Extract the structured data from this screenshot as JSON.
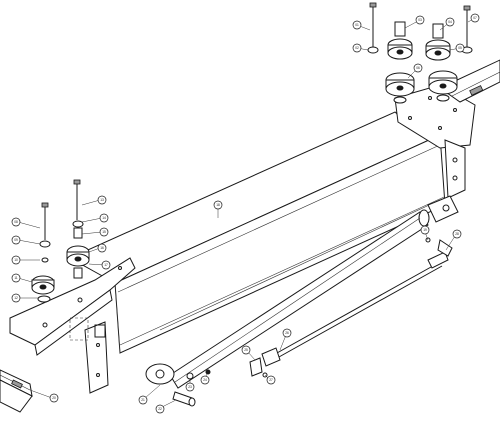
{
  "diagram": {
    "callouts": [
      {
        "id": "c01",
        "label": "01"
      },
      {
        "id": "c02",
        "label": "02"
      },
      {
        "id": "c03",
        "label": "03"
      },
      {
        "id": "c04",
        "label": "04"
      },
      {
        "id": "c05",
        "label": "05"
      },
      {
        "id": "c06",
        "label": "06"
      },
      {
        "id": "c07",
        "label": "07"
      },
      {
        "id": "c08",
        "label": "08"
      },
      {
        "id": "c09",
        "label": "09"
      },
      {
        "id": "c10",
        "label": "10"
      },
      {
        "id": "c11",
        "label": "11"
      },
      {
        "id": "c12",
        "label": "12"
      },
      {
        "id": "c13",
        "label": "13"
      },
      {
        "id": "c14",
        "label": "14"
      },
      {
        "id": "c15",
        "label": "15"
      },
      {
        "id": "c16",
        "label": "16"
      },
      {
        "id": "c17",
        "label": "17"
      },
      {
        "id": "c18",
        "label": "18"
      },
      {
        "id": "c19",
        "label": "19"
      },
      {
        "id": "c20",
        "label": "20"
      },
      {
        "id": "c21",
        "label": "21"
      },
      {
        "id": "c22",
        "label": "22"
      },
      {
        "id": "c23",
        "label": "23"
      },
      {
        "id": "c24",
        "label": "24"
      },
      {
        "id": "c25",
        "label": "25"
      },
      {
        "id": "c26",
        "label": "26"
      },
      {
        "id": "c27",
        "label": "27"
      },
      {
        "id": "c28",
        "label": "28"
      }
    ]
  }
}
